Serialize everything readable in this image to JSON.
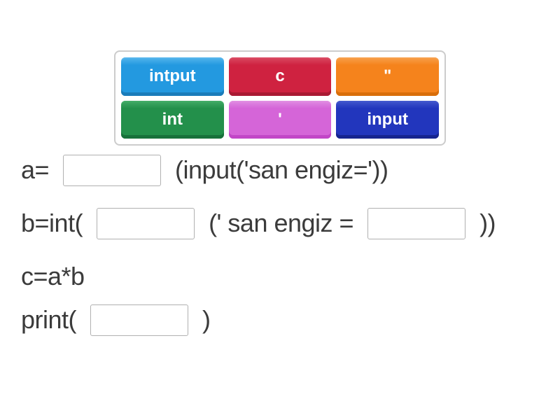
{
  "page": {
    "background_color": "#ffffff",
    "text_color": "#3b3b3b"
  },
  "word_bank": {
    "border_color": "#cccccc",
    "tiles": [
      {
        "label": "intput",
        "color_main": "#2399e0",
        "color_light": "#55b5ec",
        "color_dark": "#1a7cba"
      },
      {
        "label": "c",
        "color_main": "#cf2240",
        "color_light": "#da4a62",
        "color_dark": "#a91a33"
      },
      {
        "label": "\"",
        "color_main": "#f5831c",
        "color_light": "#f8a04b",
        "color_dark": "#d96e0a"
      },
      {
        "label": "int",
        "color_main": "#23904b",
        "color_light": "#42ab66",
        "color_dark": "#17713a"
      },
      {
        "label": "'",
        "color_main": "#d565d8",
        "color_light": "#e08ce2",
        "color_dark": "#c246c7"
      },
      {
        "label": "input",
        "color_main": "#2236bd",
        "color_light": "#4257cd",
        "color_dark": "#16248f"
      }
    ]
  },
  "exercise": {
    "blank_border_color": "#b0b0b0",
    "lines": [
      {
        "segments": [
          {
            "type": "text",
            "value": "a="
          },
          {
            "type": "blank"
          },
          {
            "type": "text",
            "value": "(input('san engiz='))"
          }
        ]
      },
      {
        "segments": [
          {
            "type": "text",
            "value": "b=int("
          },
          {
            "type": "blank"
          },
          {
            "type": "text",
            "value": "(' san engiz ="
          },
          {
            "type": "blank"
          },
          {
            "type": "text",
            "value": "))"
          }
        ]
      },
      {
        "segments": [
          {
            "type": "text",
            "value": "c=a*b"
          }
        ]
      },
      {
        "segments": [
          {
            "type": "text",
            "value": "print("
          },
          {
            "type": "blank"
          },
          {
            "type": "text",
            "value": ")"
          }
        ]
      }
    ]
  }
}
